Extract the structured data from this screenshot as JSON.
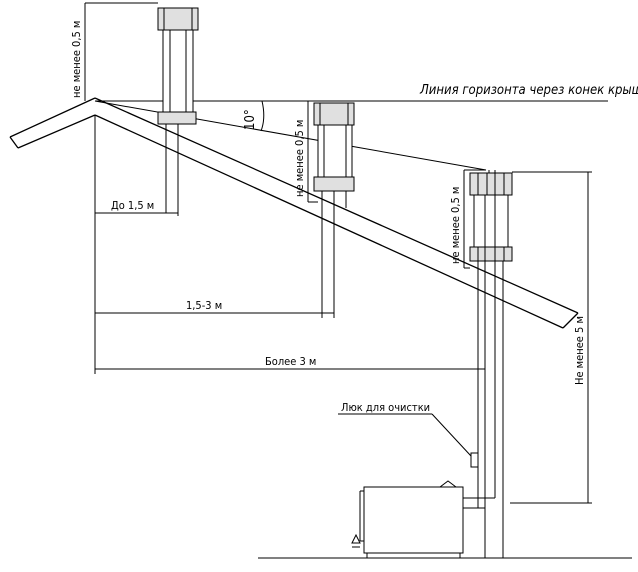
{
  "labels": {
    "horizon_line": "Линия горизонта через конек крыши",
    "angle": "10°",
    "min_height_left": "не менее 0,5 м",
    "min_height_mid": "не менее 0,5 м",
    "min_height_right": "не менее 0,5 м",
    "min_height_5": "Не менее 5 м",
    "dist_up_to_1_5": "До 1,5 м",
    "dist_1_5_3": "1,5-3 м",
    "dist_more_3": "Более 3 м",
    "cleanout_hatch": "Люк для очистки"
  }
}
